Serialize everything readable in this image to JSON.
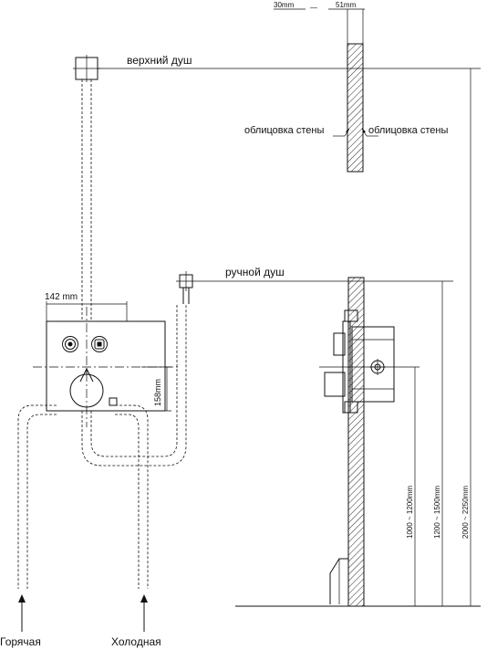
{
  "labels": {
    "top_shower": "верхний душ",
    "wall_cladding_left": "облицовка стены",
    "wall_cladding_right": "облицовка стены",
    "hand_shower": "ручной душ",
    "hot": "Горячая",
    "cold": "Холодная"
  },
  "dimensions": {
    "wall_min": "30mm",
    "wall_dash": "—",
    "wall_max": "51mm",
    "panel_width": "142 mm",
    "panel_height": "158mm",
    "valve_height": "1000 ~ 1200mm",
    "hand_shower_height": "1200 ~ 1500mm",
    "top_shower_height": "2000 ~ 2250mm"
  }
}
